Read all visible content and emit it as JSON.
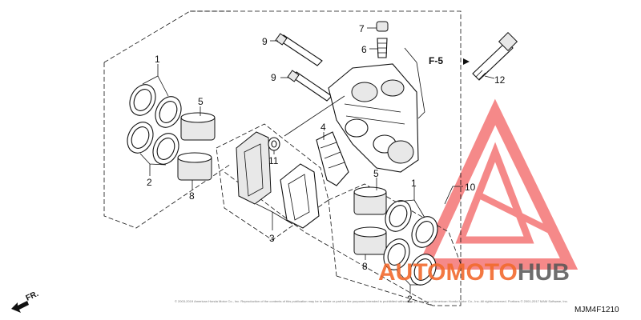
{
  "diagram": {
    "callouts": {
      "c1_left": "1",
      "c2_left": "2",
      "c5_left": "5",
      "c8_left": "8",
      "c3": "3",
      "c4": "4",
      "c11": "11",
      "c9_top": "9",
      "c9_mid": "9",
      "c7": "7",
      "c6": "6",
      "c12": "12",
      "c10": "10",
      "c5_right": "5",
      "c1_right": "1",
      "c8_right": "8",
      "c2_right": "2"
    },
    "reference": "F-5",
    "direction": "FR.",
    "diagram_code": "MJM4F1210"
  },
  "watermark": {
    "part1": "AUTOMOTO",
    "part2": "HUB",
    "logo_color": "#f26a2e"
  },
  "copyright": "© 2003-2019 American Honda Motor Co., Inc. Reproduction of the contents of this publication may be in whole or part for the purposes intended is prohibited without the permission of American Honda Motor Co., Inc. All rights reserved. Portions © 2001-2017 MAM Software, Inc.",
  "icons": [
    "direction-arrow-icon",
    "reference-arrow-icon"
  ]
}
